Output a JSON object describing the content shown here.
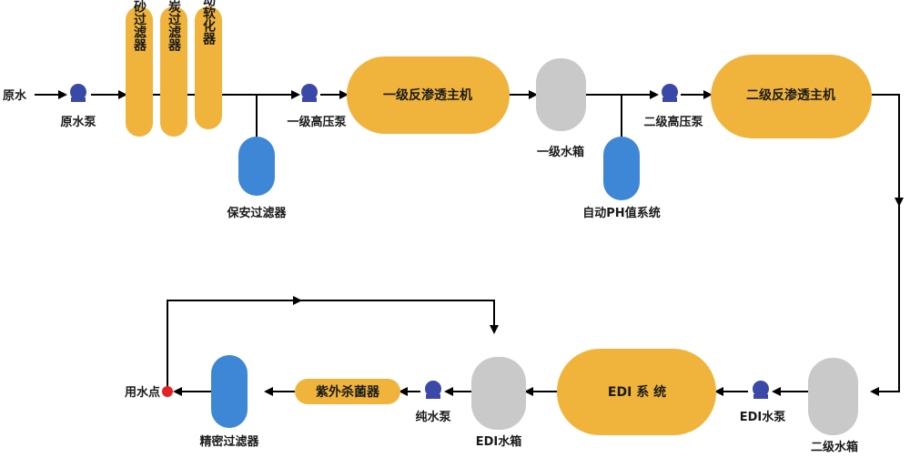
{
  "colors": {
    "orange": "#F0B43C",
    "blue": "#3D87D6",
    "gray": "#C9C9C9",
    "pump": "#3A49A8",
    "point": "#E52222",
    "line": "#000000"
  },
  "labels": {
    "raw_water": "原水",
    "raw_pump": "原水泵",
    "quartz_filter": "石英砂过滤器",
    "carbon_filter": "活性炭过滤器",
    "softener": "自动软化器",
    "security_filter": "保安过滤器",
    "hp_pump_1": "一级高压泵",
    "ro_1": "一级反渗透主机",
    "tank_1": "一级水箱",
    "ph_system": "自动PH值系统",
    "hp_pump_2": "二级高压泵",
    "ro_2": "二级反渗透主机",
    "tank_2": "二级水箱",
    "edi_pump": "EDI水泵",
    "edi_system": "EDI 系 统",
    "edi_tank": "EDI水箱",
    "pure_pump": "纯水泵",
    "uv_sterilizer": "紫外杀菌器",
    "fine_filter": "精密过滤器",
    "use_point": "用水点"
  }
}
